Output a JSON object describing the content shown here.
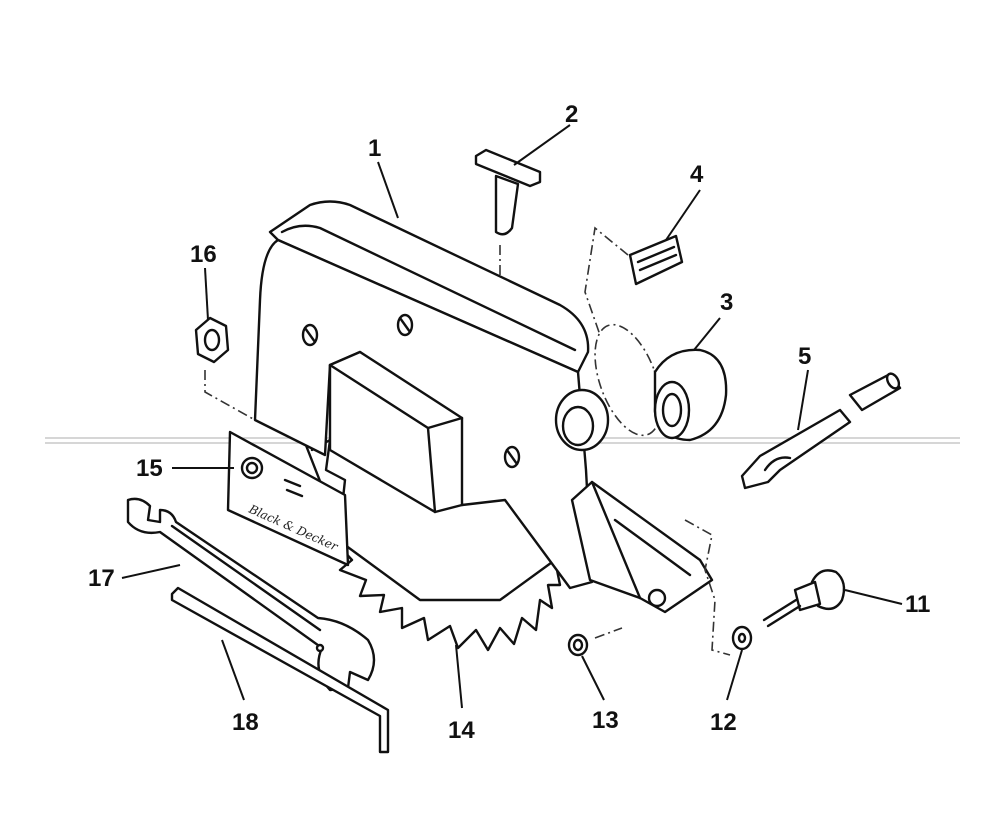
{
  "diagram": {
    "type": "exploded-parts-view",
    "parts": [
      {
        "id": "1",
        "icon": "blade-guard-housing"
      },
      {
        "id": "2",
        "icon": "t-handle-knob"
      },
      {
        "id": "3",
        "icon": "bushing"
      },
      {
        "id": "4",
        "icon": "name-plate"
      },
      {
        "id": "5",
        "icon": "pivot-lever-pin"
      },
      {
        "id": "11",
        "icon": "adjustment-screw"
      },
      {
        "id": "12",
        "icon": "washer"
      },
      {
        "id": "13",
        "icon": "nut"
      },
      {
        "id": "14",
        "icon": "saw-blade"
      },
      {
        "id": "15",
        "icon": "brand-plate"
      },
      {
        "id": "16",
        "icon": "hex-nut"
      },
      {
        "id": "17",
        "icon": "open-end-wrench"
      },
      {
        "id": "18",
        "icon": "hex-key"
      }
    ],
    "brand_plate_text": "Black & Decker",
    "colors": {
      "ink": "#111111",
      "paper": "#ffffff",
      "scanline": "#bdbdbd"
    }
  }
}
